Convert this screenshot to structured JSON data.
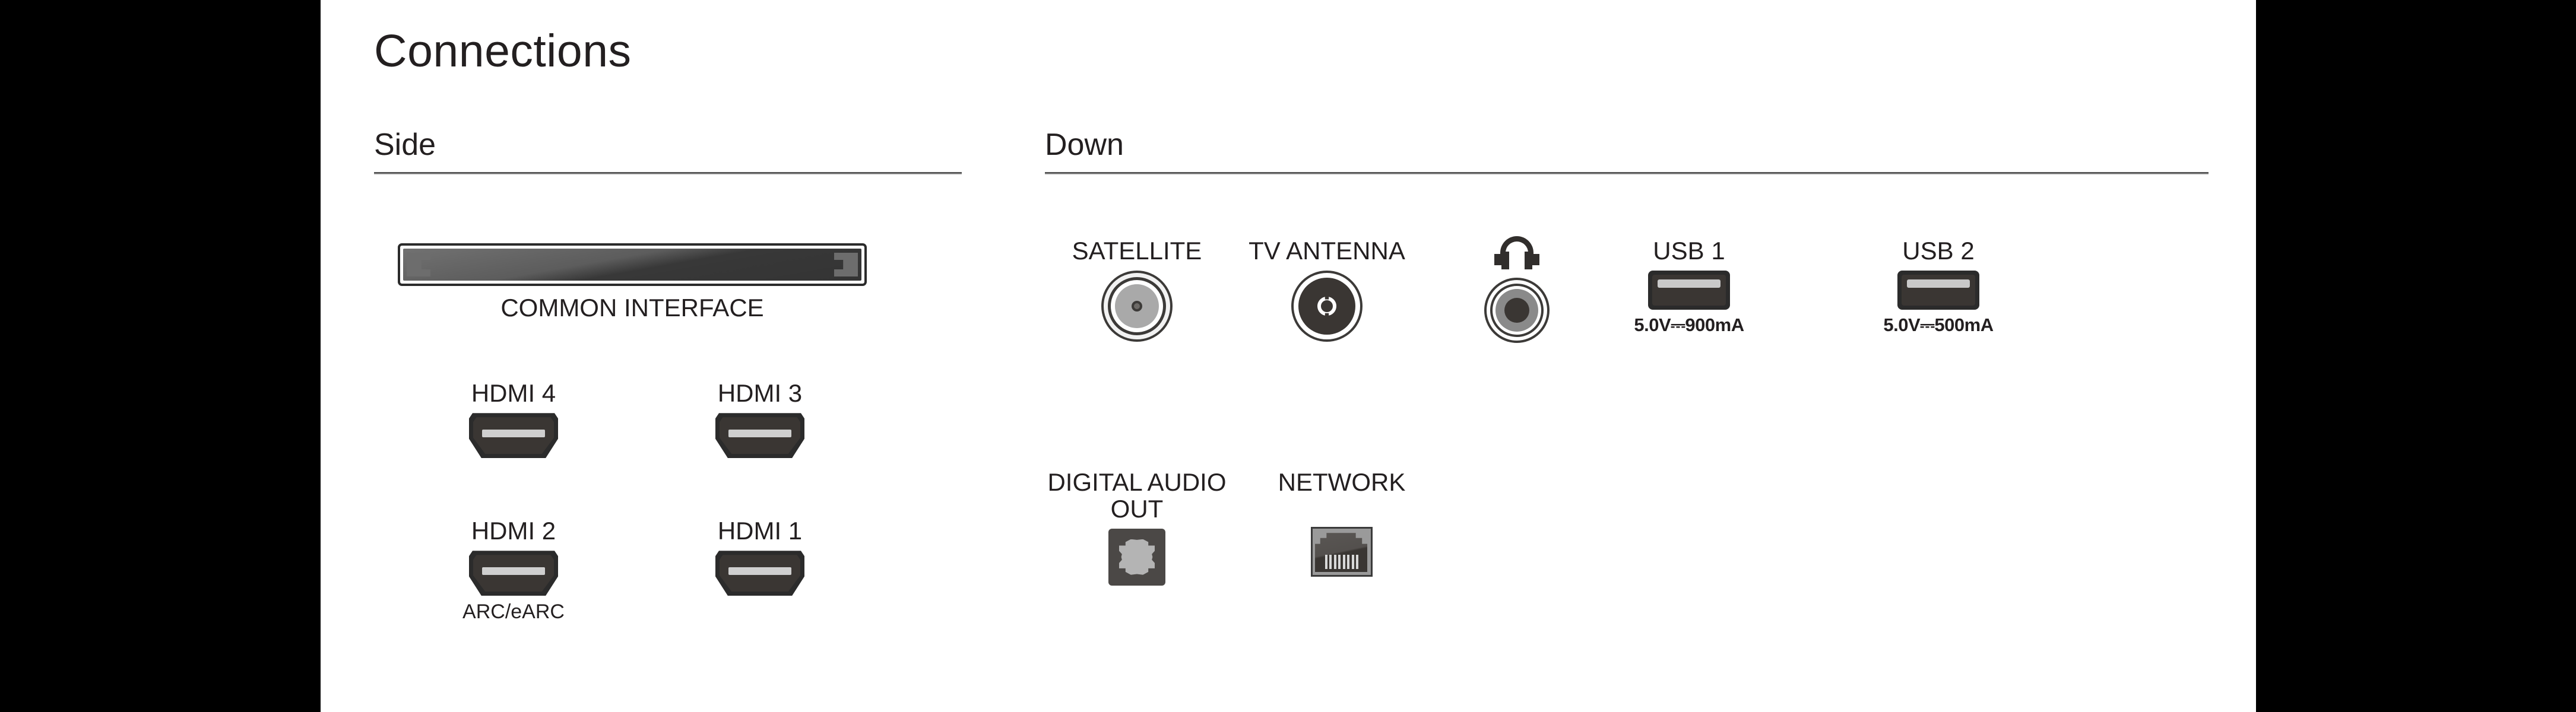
{
  "page": {
    "title": "Connections"
  },
  "sections": {
    "side": {
      "title": "Side",
      "ports": {
        "common_interface": {
          "label": "COMMON INTERFACE",
          "icon": "ci-slot-icon"
        },
        "hdmi4": {
          "label": "HDMI 4",
          "icon": "hdmi-port-icon"
        },
        "hdmi3": {
          "label": "HDMI 3",
          "icon": "hdmi-port-icon"
        },
        "hdmi2": {
          "label": "HDMI 2",
          "sub": "ARC/eARC",
          "icon": "hdmi-port-icon"
        },
        "hdmi1": {
          "label": "HDMI 1",
          "icon": "hdmi-port-icon"
        }
      }
    },
    "down": {
      "title": "Down",
      "ports": {
        "satellite": {
          "label": "SATELLITE",
          "icon": "f-connector-icon"
        },
        "tv_antenna": {
          "label": "TV ANTENNA",
          "icon": "coax-connector-icon"
        },
        "headphones": {
          "label": "",
          "icon": "headphone-icon"
        },
        "usb1": {
          "label": "USB 1",
          "rating": "5.0V⎓900mA",
          "icon": "usb-a-port-icon"
        },
        "usb2": {
          "label": "USB 2",
          "rating": "5.0V⎓500mA",
          "icon": "usb-a-port-icon"
        },
        "digital_audio_out": {
          "label": "DIGITAL AUDIO OUT",
          "icon": "optical-toslink-icon"
        },
        "network": {
          "label": "NETWORK",
          "icon": "rj45-ethernet-icon"
        }
      }
    }
  },
  "colors": {
    "page_background": "#ffffff",
    "letterbox": "#000000",
    "text": "#231f20",
    "rule": "#6e6e6e",
    "port_dark": "#3a3633",
    "port_outline": "#2b2b2b",
    "pin_light": "#cfcfcf"
  }
}
